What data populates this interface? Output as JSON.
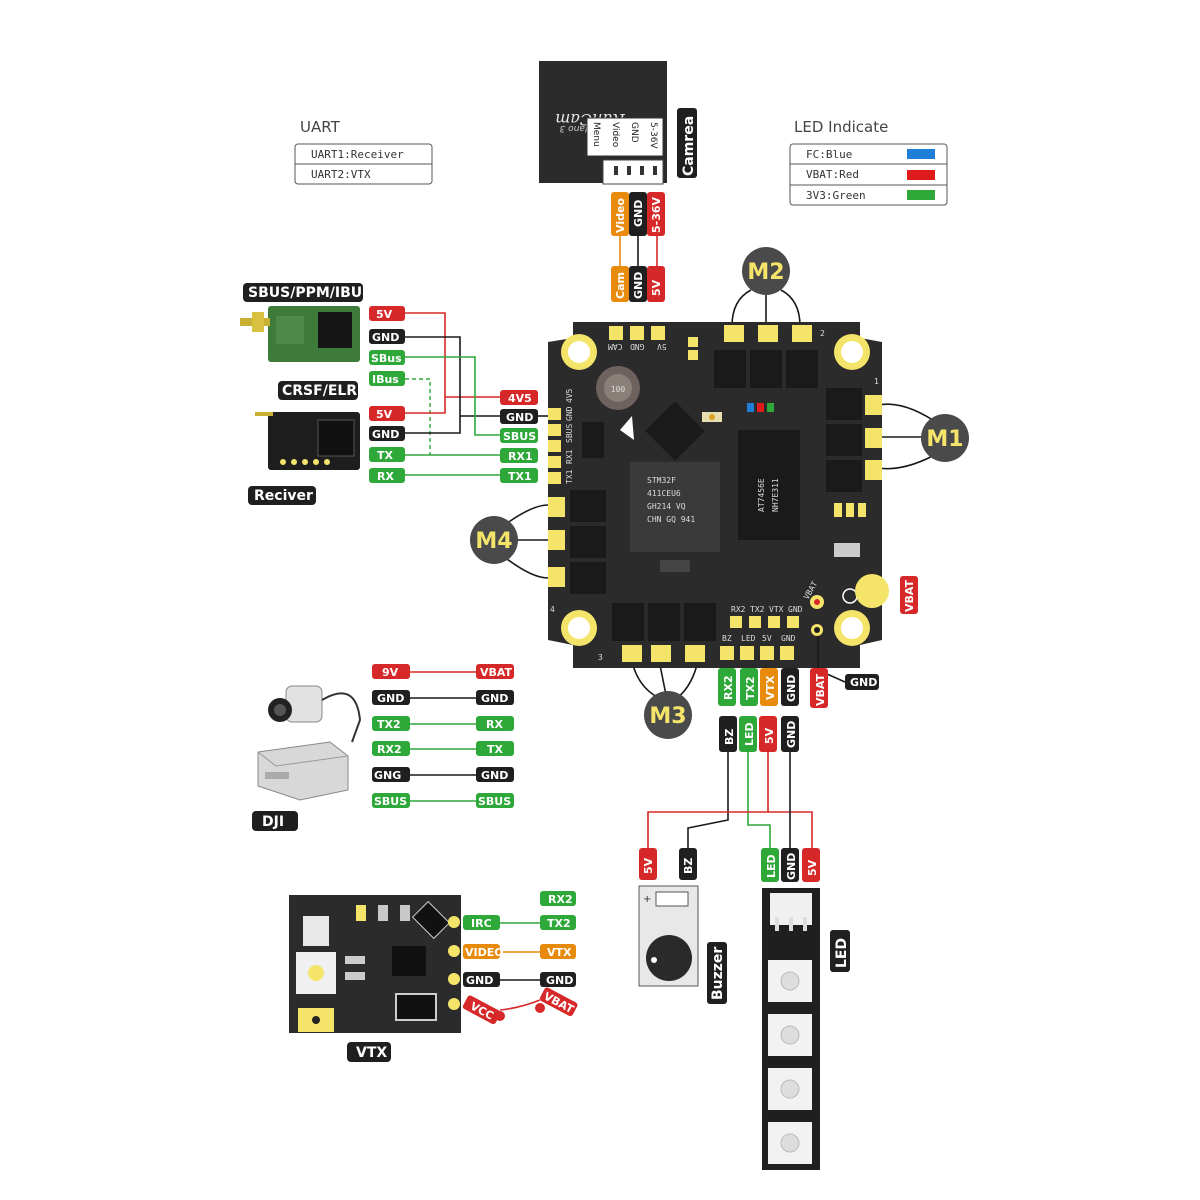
{
  "uart": {
    "title": "UART",
    "items": [
      "UART1:Receiver",
      "UART2:VTX"
    ]
  },
  "led_indicate": {
    "title": "LED Indicate",
    "items": [
      {
        "label": "FC:Blue",
        "color": "#1f7fd6"
      },
      {
        "label": "VBAT:Red",
        "color": "#e01b1b"
      },
      {
        "label": "3V3:Green",
        "color": "#2fa83a"
      }
    ]
  },
  "camera": {
    "name": "Camrea",
    "brand": "RunCam",
    "model": "Racer Nano 3",
    "pins": [
      "Menu",
      "Video",
      "GND",
      "5-36V"
    ],
    "wire_top": [
      "Video",
      "GND",
      "5-36V"
    ],
    "wire_bottom": [
      "Cam",
      "GND",
      "5V"
    ]
  },
  "motors": {
    "m1": "M1",
    "m2": "M2",
    "m3": "M3",
    "m4": "M4"
  },
  "corner_numbers": {
    "n1": "1",
    "n2": "2",
    "n3": "3",
    "n4": "4"
  },
  "receiver": {
    "sbus_title": "SBUS/PPM/IBU",
    "crsf_title": "CRSF/ELR",
    "footer": "Reciver",
    "sbus_pins": [
      "5V",
      "GND",
      "SBus",
      "IBus"
    ],
    "crsf_pins": [
      "5V",
      "GND",
      "TX",
      "RX"
    ],
    "fc_pins": [
      "4V5",
      "GND",
      "SBUS",
      "RX1",
      "TX1"
    ]
  },
  "fc_board": {
    "mcu_lines": [
      "STM32F",
      "411CEU6",
      "GH214 VQ",
      "CHN GQ 941"
    ],
    "osd_lines": [
      "AT7456E",
      "NH7E311"
    ],
    "inductor": "100",
    "cam_pads": [
      "CAM",
      "GND",
      "5V"
    ],
    "side_pads": [
      "TX1",
      "RX1",
      "SBUS",
      "GND",
      "4V5"
    ],
    "bottom_pads_top": [
      "RX2",
      "TX2",
      "VTX",
      "GND"
    ],
    "bottom_pads_bottom": [
      "BZ",
      "LED",
      "5V",
      "GND"
    ],
    "vbat_pad": "VBAT",
    "vbat_tag": "VBAT",
    "gnd_tag": "GND",
    "bottom_tags": [
      "RX2",
      "TX2",
      "VTX",
      "GND",
      "VBAT"
    ]
  },
  "dji": {
    "name": "DJI",
    "rows": [
      {
        "left": "9V",
        "right": "VBAT",
        "color": "red"
      },
      {
        "left": "GND",
        "right": "GND",
        "color": "black"
      },
      {
        "left": "TX2",
        "right": "RX",
        "color": "green"
      },
      {
        "left": "RX2",
        "right": "TX",
        "color": "green"
      },
      {
        "left": "GNG",
        "right": "GND",
        "color": "black"
      },
      {
        "left": "SBUS",
        "right": "SBUS",
        "color": "green"
      }
    ]
  },
  "vtx": {
    "name": "VTX",
    "extra_tag": "RX2",
    "rows": [
      {
        "left": "IRC",
        "right": "TX2",
        "color": "green"
      },
      {
        "left": "VIDEO",
        "right": "VTX",
        "color": "orange"
      },
      {
        "left": "GND",
        "right": "GND",
        "color": "black"
      },
      {
        "left": "VCC",
        "right": "VBAT",
        "color": "red"
      }
    ]
  },
  "bottom_wires": [
    "BZ",
    "LED",
    "5V",
    "GND"
  ],
  "buzzer": {
    "name": "Buzzer",
    "tags": [
      "5V",
      "BZ"
    ]
  },
  "led_strip": {
    "name": "LED",
    "tags": [
      "LED",
      "GND",
      "5V"
    ]
  }
}
